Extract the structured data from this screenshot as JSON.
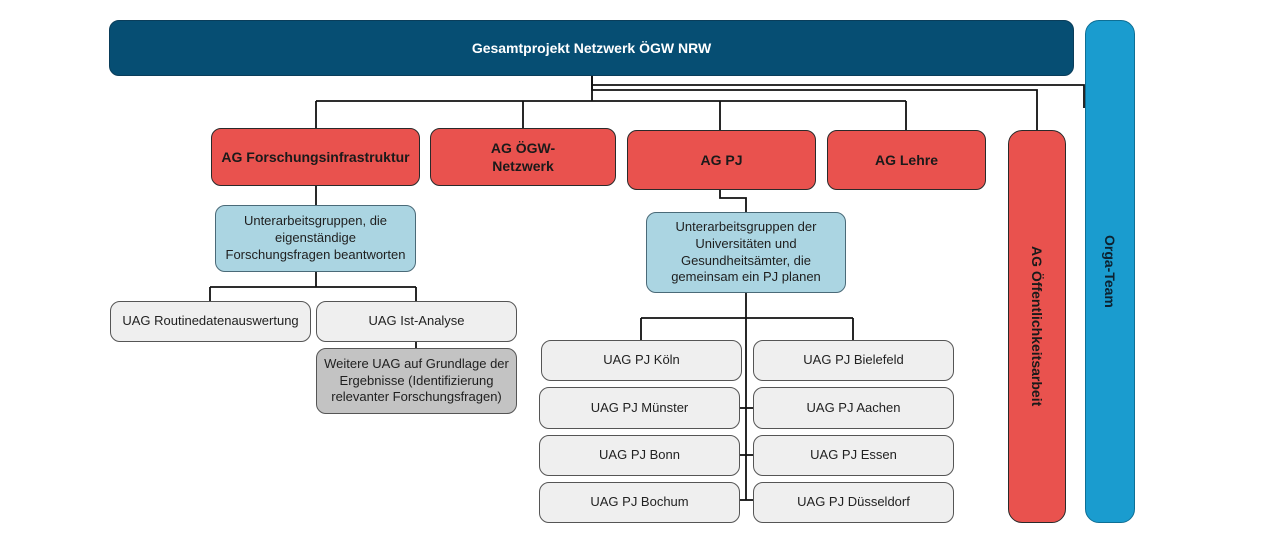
{
  "title": "Gesamtprojekt Netzwerk ÖGW NRW",
  "ags": {
    "forschung": "AG Forschungsinfrastruktur",
    "oegw": "AG ÖGW-Netzwerk",
    "pj": "AG PJ",
    "lehre": "AG Lehre",
    "oeffentlichkeit": "AG Öffentlichkeitsarbeit"
  },
  "orga": "Orga-Team",
  "forschung_sub": {
    "main": "Unterarbeitsgruppen, die eigenständige Forschungsfragen beantworten",
    "uag1": "UAG Routinedatenauswertung",
    "uag2": "UAG Ist-Analyse",
    "uag3": "Weitere UAG auf Grundlage der Ergebnisse (Identifizierung relevanter Forschungsfragen)"
  },
  "pj_sub": {
    "main": "Unterarbeitsgruppen der Universitäten und Gesundheitsämter, die gemeinsam ein PJ planen",
    "koeln": "UAG PJ Köln",
    "bielefeld": "UAG PJ Bielefeld",
    "muenster": "UAG PJ Münster",
    "aachen": "UAG PJ Aachen",
    "bonn": "UAG PJ Bonn",
    "essen": "UAG PJ Essen",
    "bochum": "UAG PJ Bochum",
    "duesseldorf": "UAG PJ Düsseldorf"
  },
  "colors": {
    "top": "#064e73",
    "ag": "#e9524e",
    "sub": "#abd5e2",
    "uag": "#efefef",
    "uag_pending": "#c3c3c3",
    "orga": "#1a9ccf"
  }
}
